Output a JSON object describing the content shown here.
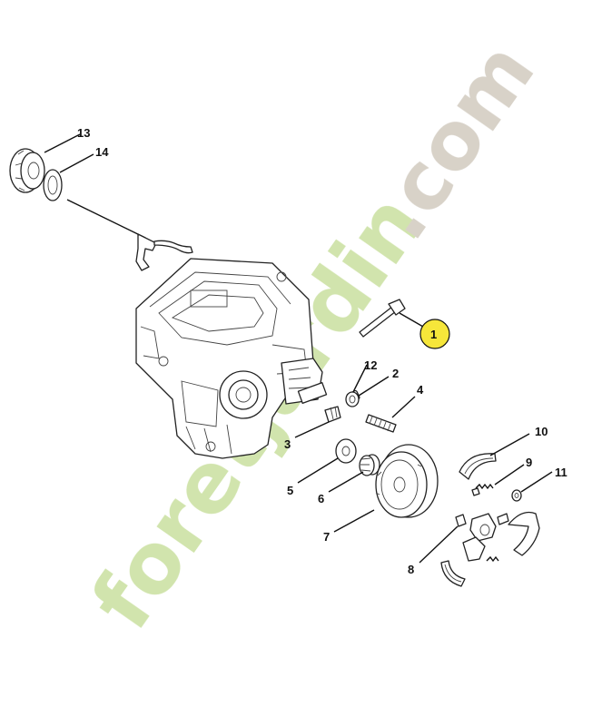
{
  "watermark": {
    "brand_text": "foretjardin",
    "suffix_text": ".com",
    "brand_color": "#cfe3a9",
    "suffix_color": "#d6d0c6"
  },
  "highlight_color": "#f6e63a",
  "callouts": {
    "c1": "1",
    "c2": "2",
    "c3": "3",
    "c4": "4",
    "c5": "5",
    "c6": "6",
    "c7": "7",
    "c8": "8",
    "c9": "9",
    "c10": "10",
    "c11": "11",
    "c12": "12",
    "c13": "13",
    "c14": "14"
  }
}
